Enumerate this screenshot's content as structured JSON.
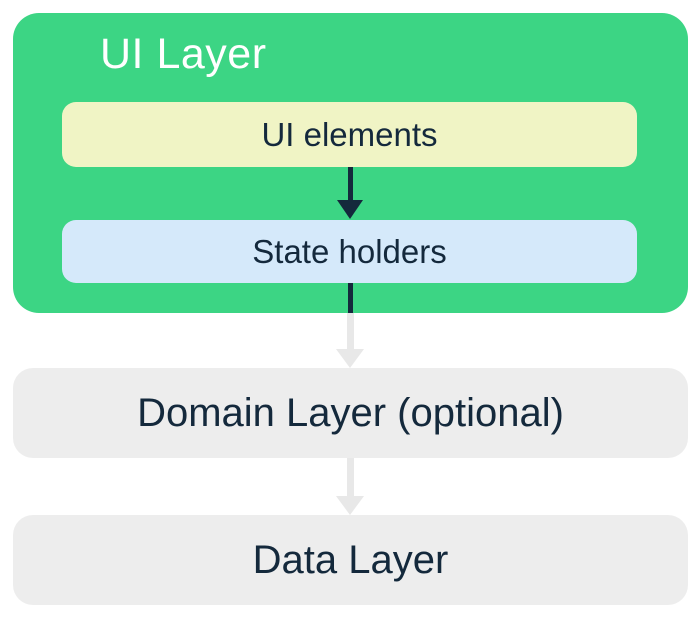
{
  "diagram": {
    "type": "flow",
    "direction": "top-down",
    "ui_layer": {
      "label": "UI Layer"
    },
    "ui_elements": {
      "label": "UI elements"
    },
    "state_holders": {
      "label": "State holders"
    },
    "domain_layer": {
      "label": "Domain Layer (optional)"
    },
    "data_layer": {
      "label": "Data Layer"
    },
    "colors": {
      "ui_layer_bg": "#3CD584",
      "ui_elements_bg": "#F0F4C5",
      "state_holders_bg": "#D5E9FA",
      "gray_node_bg": "#EDEDED",
      "dark_arrow": "#14293C",
      "light_arrow": "#E8E8E8",
      "title_text": "#FFFFFF",
      "body_text": "#14293C",
      "background": "#FFFFFF"
    },
    "arrows": [
      {
        "from": "ui_elements",
        "to": "state_holders",
        "style": "dark"
      },
      {
        "from": "state_holders",
        "to": "domain_layer",
        "style": "dark-inside-then-light"
      },
      {
        "from": "domain_layer",
        "to": "data_layer",
        "style": "light"
      }
    ]
  }
}
